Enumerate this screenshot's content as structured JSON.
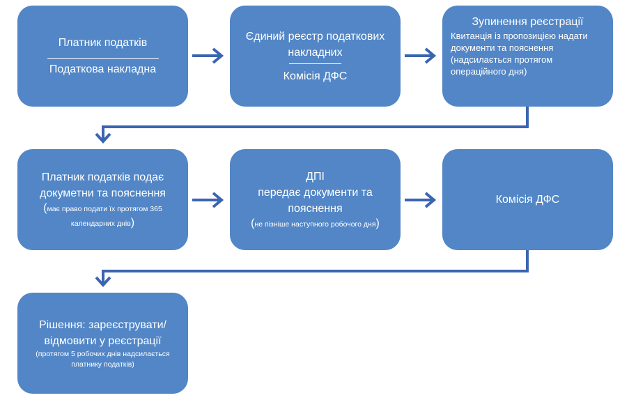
{
  "boxes": {
    "b1": {
      "title": "Платник податків",
      "subtitle": "Податкова накладна"
    },
    "b2": {
      "title": "Єдиний реєстр податкових накладних",
      "subtitle": "Комісія ДФС"
    },
    "b3": {
      "title": "Зупинення реєстрації",
      "body": "Квитанція із пропозицією надати документи та пояснення (надсилається протягом операційного дня)"
    },
    "b4": {
      "title": "Платник податків подає докуметни та пояснення",
      "note": "має право подати їх протягом 365 календарних днів"
    },
    "b5": {
      "title": "ДПІ",
      "body": "передає документи та пояснення",
      "note": "не пізніше наступного робочого дня"
    },
    "b6": {
      "title": "Комісія ДФС"
    },
    "b7": {
      "title": "Рішення: зареєструвати/відмовити у реєстрації",
      "note": "(протягом 5 робочих днів надсилається платнику податків)"
    }
  },
  "colors": {
    "box": "#5286c6",
    "arrow": "#3b64b0"
  }
}
